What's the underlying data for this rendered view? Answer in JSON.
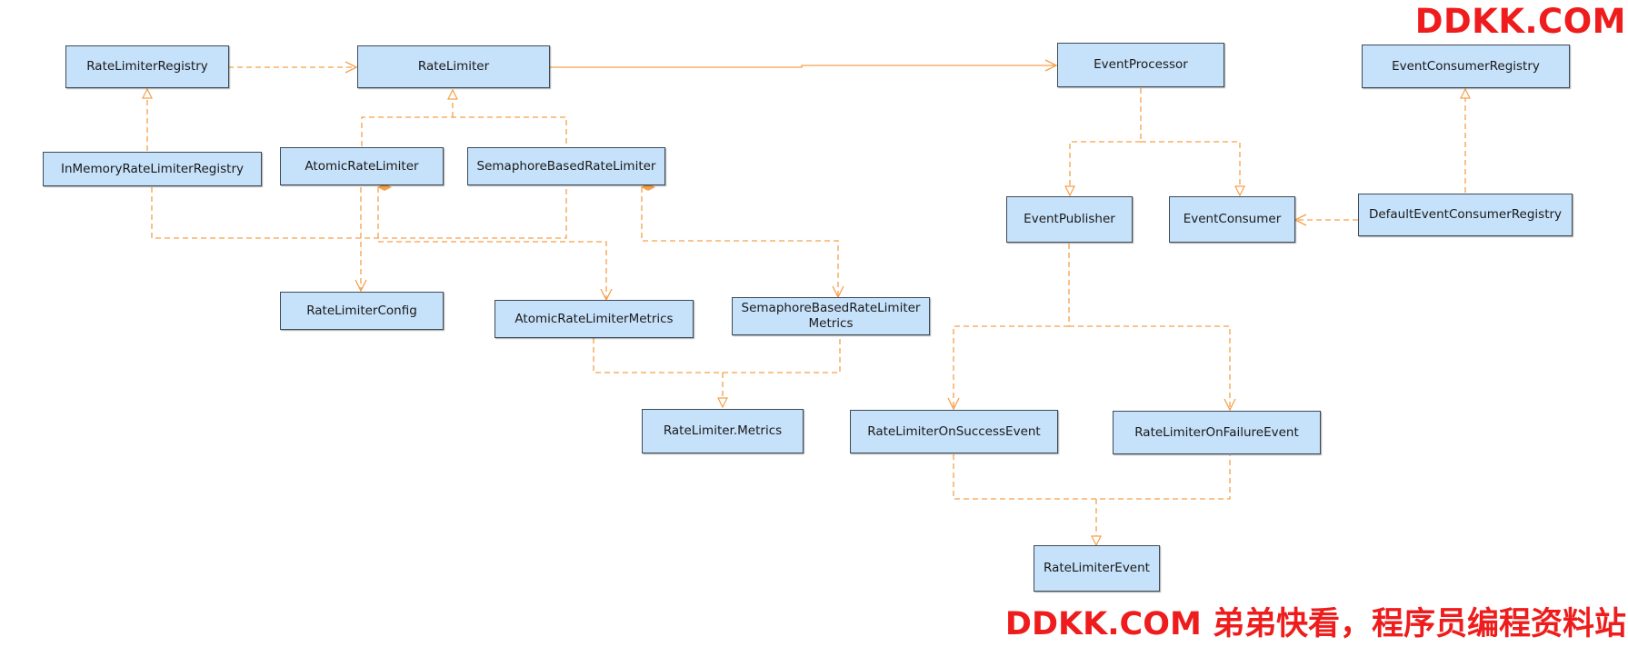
{
  "nodes": {
    "registry": "RateLimiterRegistry",
    "rate_limiter": "RateLimiter",
    "event_processor": "EventProcessor",
    "event_consumer_registry": "EventConsumerRegistry",
    "in_memory_registry": "InMemoryRateLimiterRegistry",
    "atomic_rate_limiter": "AtomicRateLimiter",
    "semaphore_rate_limiter": "SemaphoreBasedRateLimiter",
    "event_publisher": "EventPublisher",
    "event_consumer": "EventConsumer",
    "default_event_consumer_registry": "DefaultEventConsumerRegistry",
    "rate_limiter_config": "RateLimiterConfig",
    "atomic_metrics": "AtomicRateLimiterMetrics",
    "semaphore_metrics": "SemaphoreBasedRateLimiter\nMetrics",
    "metrics": "RateLimiter.Metrics",
    "on_success_event": "RateLimiterOnSuccessEvent",
    "on_failure_event": "RateLimiterOnFailureEvent",
    "rate_limiter_event": "RateLimiterEvent"
  },
  "watermark": {
    "top": "DDKK.COM",
    "bottom": "DDKK.COM 弟弟快看，程序员编程资料站"
  },
  "colors": {
    "node_fill": "#c6e1fa",
    "node_border": "#3d4a57",
    "connector": "#f5a04a",
    "watermark": "#ee1c1c"
  }
}
